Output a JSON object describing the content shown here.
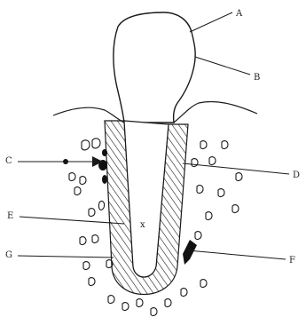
{
  "labels": {
    "A": "A",
    "B": "B",
    "C": "C",
    "D": "D",
    "E": "E",
    "F": "F",
    "G": "G"
  },
  "center_mark": "x",
  "colors": {
    "ink": "#1a1a1a",
    "background": "#ffffff"
  }
}
